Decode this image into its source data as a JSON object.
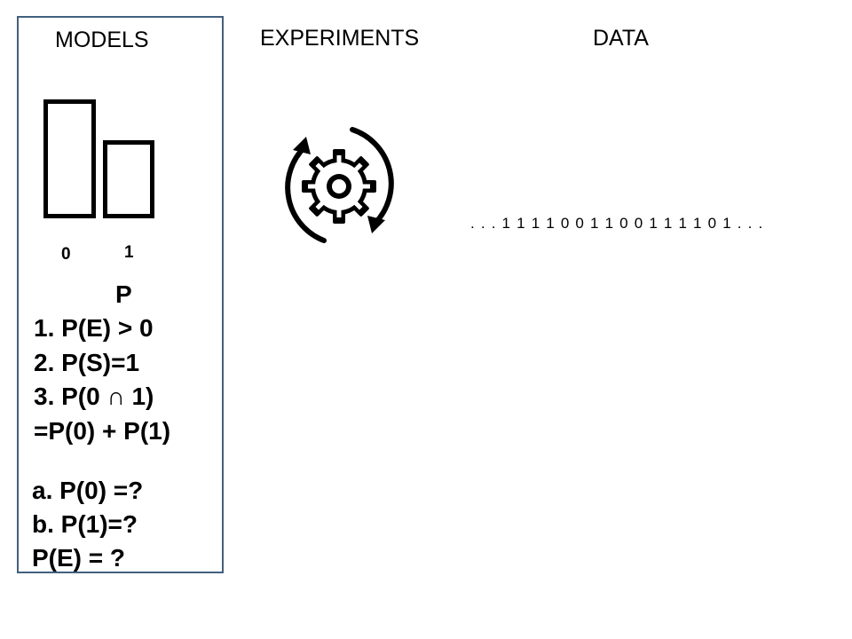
{
  "headings": {
    "models": "MODELS",
    "experiments": "EXPERIMENTS",
    "data": "DATA"
  },
  "model": {
    "bar_labels": [
      "0",
      "1"
    ],
    "symbol": "P",
    "axioms": [
      "1. P(E) > 0",
      "2. P(S)=1",
      "3. P(0 ∩ 1)",
      "=P(0) + P(1)"
    ],
    "questions": [
      "a. P(0) =?",
      "b. P(1)=?",
      "P(E) = ?"
    ]
  },
  "experiments": {
    "icon": "gear-cycle-icon"
  },
  "data": {
    "sequence": ". . . 1 1 1 1 0 0 1 1 0 0 1 1 1 1 0 1 . . ."
  },
  "colors": {
    "panel_border": "#41607f",
    "text": "#000000"
  }
}
